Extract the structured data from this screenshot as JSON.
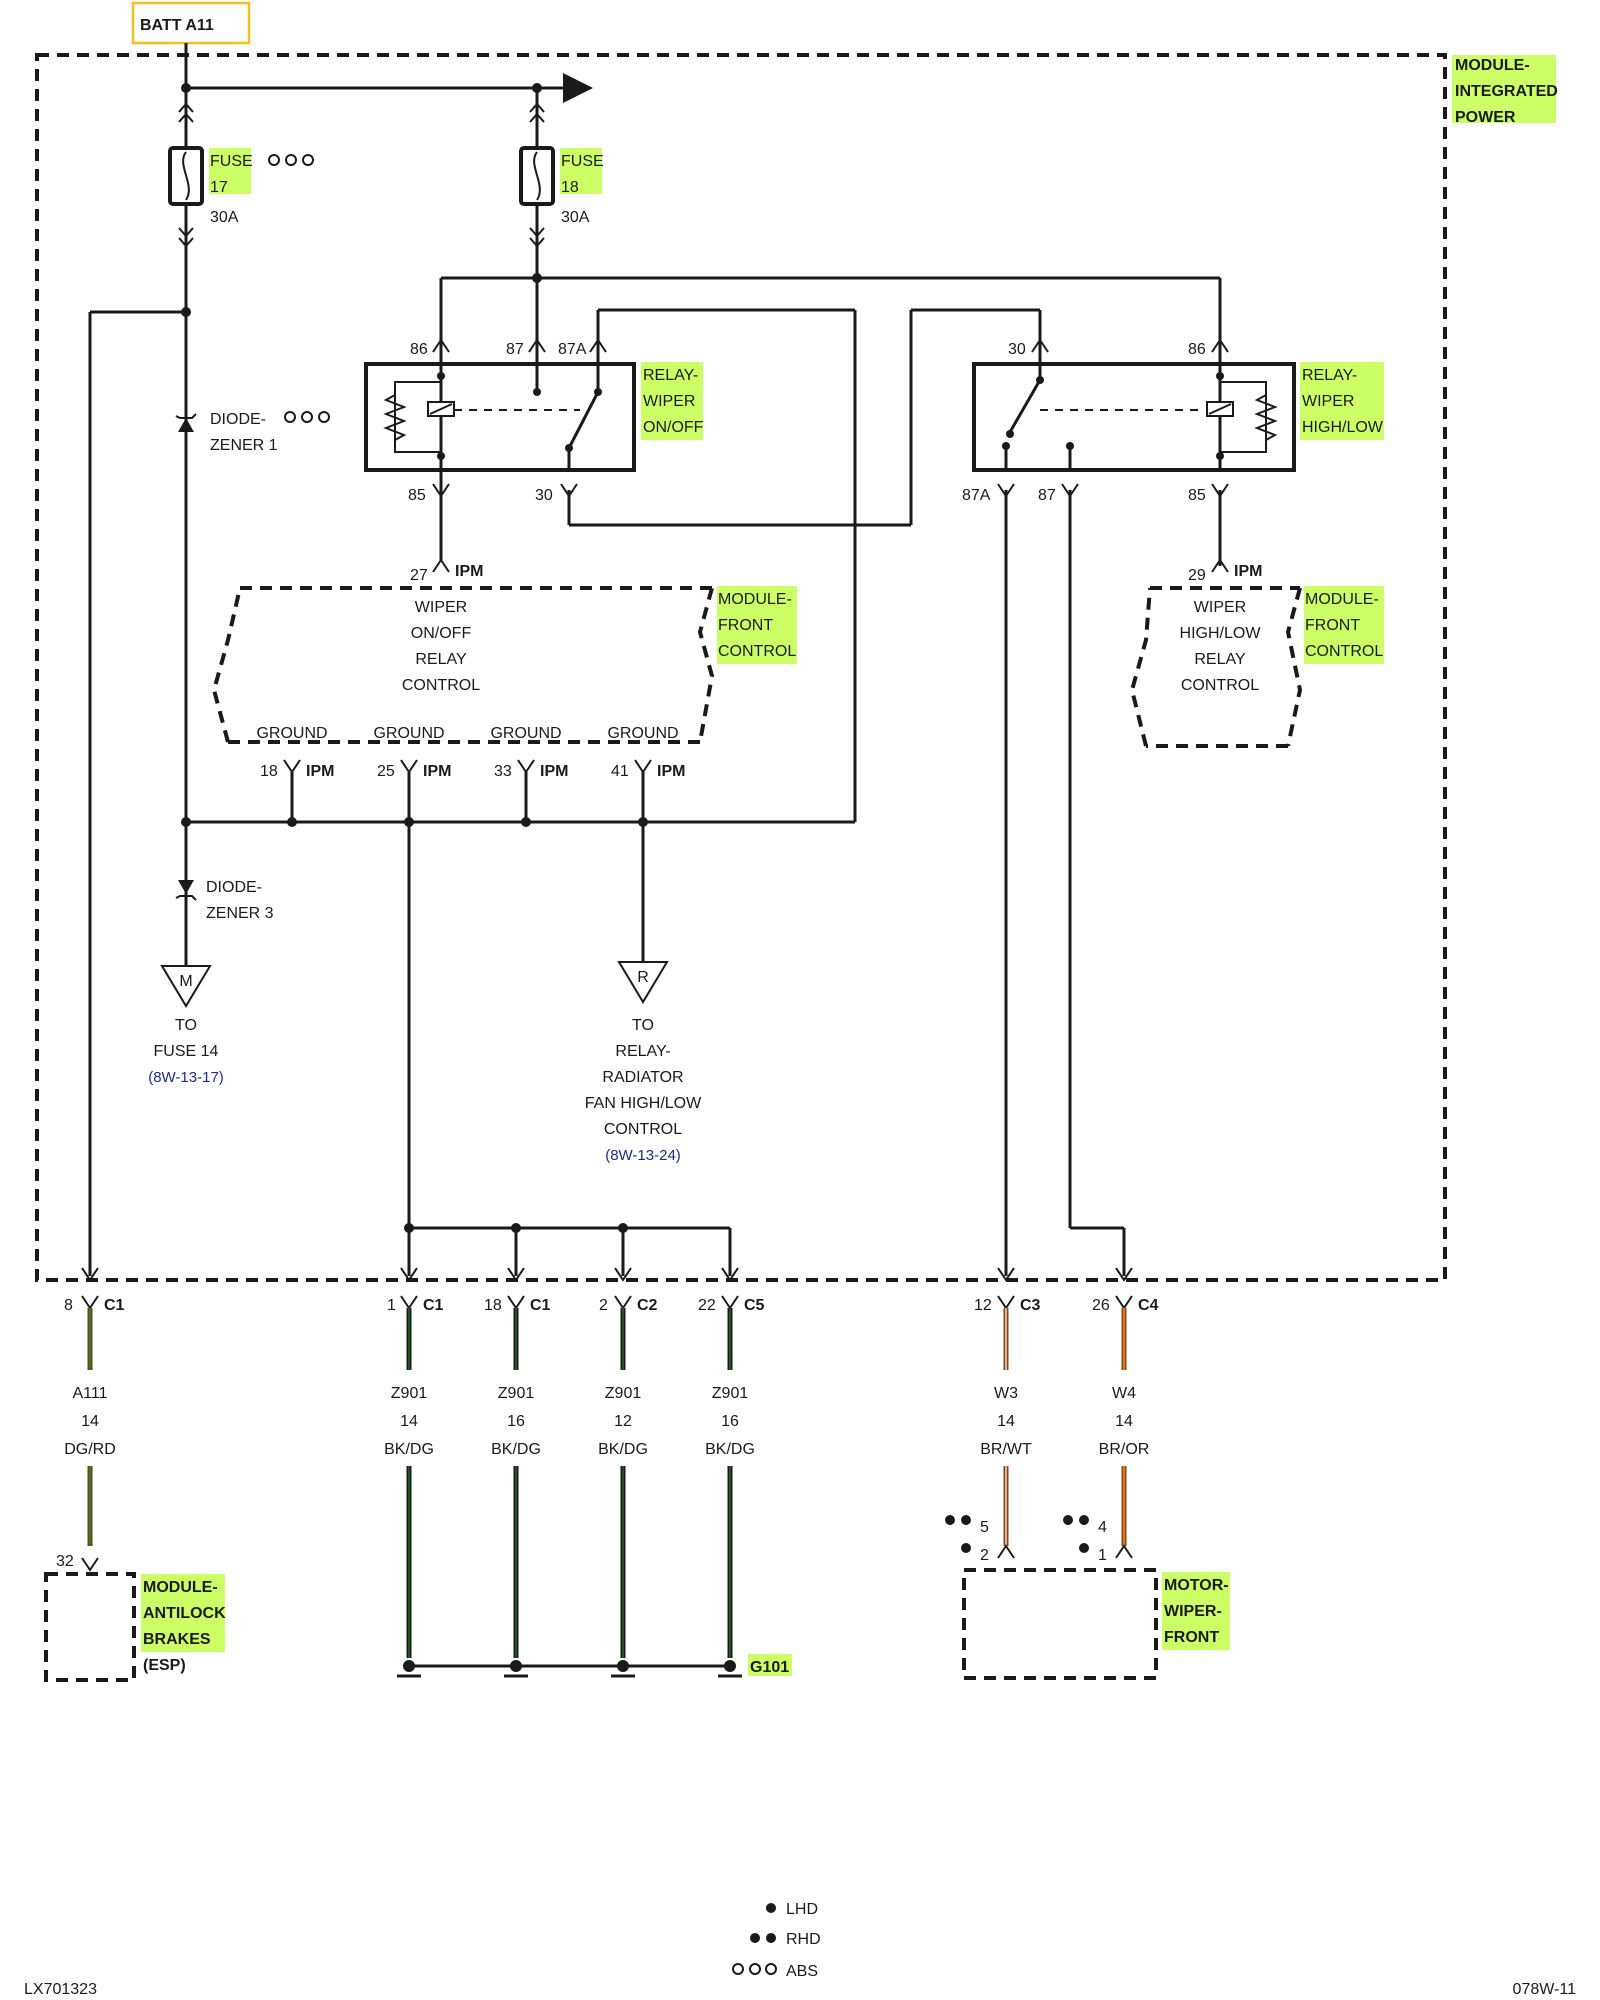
{
  "batt_label": "BATT A11",
  "module_ipm": [
    "MODULE-",
    "INTEGRATED",
    "POWER"
  ],
  "fuse17": {
    "line1": "FUSE",
    "line2": "17",
    "rating": "30A"
  },
  "fuse18": {
    "line1": "FUSE",
    "line2": "18",
    "rating": "30A"
  },
  "diode_zener1": [
    "DIODE-",
    "ZENER 1"
  ],
  "diode_zener3": [
    "DIODE-",
    "ZENER 3"
  ],
  "relay_onoff": {
    "name": [
      "RELAY-",
      "WIPER",
      "ON/OFF"
    ],
    "pins": {
      "p86": "86",
      "p87": "87",
      "p87a": "87A",
      "p85": "85",
      "p30": "30"
    }
  },
  "relay_highlow": {
    "name": [
      "RELAY-",
      "WIPER",
      "HIGH/LOW"
    ],
    "pins": {
      "p30": "30",
      "p86": "86",
      "p87a": "87A",
      "p87": "87",
      "p85": "85"
    }
  },
  "ipm_label": "IPM",
  "fcm_left": {
    "pin_top": "27",
    "text": [
      "WIPER",
      "ON/OFF",
      "RELAY",
      "CONTROL"
    ],
    "grounds": [
      "GROUND",
      "GROUND",
      "GROUND",
      "GROUND"
    ],
    "ground_pins": [
      "18",
      "25",
      "33",
      "41"
    ]
  },
  "fcm_right": {
    "pin_top": "29",
    "text": [
      "WIPER",
      "HIGH/LOW",
      "RELAY",
      "CONTROL"
    ]
  },
  "module_front_control": [
    "MODULE-",
    "FRONT",
    "CONTROL"
  ],
  "conn_m": {
    "letter": "M",
    "text": [
      "TO",
      "FUSE 14"
    ],
    "ref": "(8W-13-17)"
  },
  "conn_r": {
    "letter": "R",
    "text": [
      "TO",
      "RELAY-",
      "RADIATOR",
      "FAN HIGH/LOW",
      "CONTROL"
    ],
    "ref": "(8W-13-24)"
  },
  "connectors": [
    {
      "pin": "8",
      "conn": "C1",
      "circuit": "A111",
      "gauge": "14",
      "color": "DG/RD"
    },
    {
      "pin": "1",
      "conn": "C1",
      "circuit": "Z901",
      "gauge": "14",
      "color": "BK/DG"
    },
    {
      "pin": "18",
      "conn": "C1",
      "circuit": "Z901",
      "gauge": "16",
      "color": "BK/DG"
    },
    {
      "pin": "2",
      "conn": "C2",
      "circuit": "Z901",
      "gauge": "12",
      "color": "BK/DG"
    },
    {
      "pin": "22",
      "conn": "C5",
      "circuit": "Z901",
      "gauge": "16",
      "color": "BK/DG"
    },
    {
      "pin": "12",
      "conn": "C3",
      "circuit": "W3",
      "gauge": "14",
      "color": "BR/WT"
    },
    {
      "pin": "26",
      "conn": "C4",
      "circuit": "W4",
      "gauge": "14",
      "color": "BR/OR"
    }
  ],
  "abs_pin": "32",
  "module_abs": [
    "MODULE-",
    "ANTILOCK",
    "BRAKES",
    "(ESP)"
  ],
  "motor": {
    "name": [
      "MOTOR-",
      "WIPER-",
      "FRONT"
    ],
    "pins": [
      "5",
      "2",
      "4",
      "1"
    ]
  },
  "ground_label": "G101",
  "legend": {
    "lhd": "LHD",
    "rhd": "RHD",
    "abs": "ABS"
  },
  "footer_left": "LX701323",
  "footer_right": "078W-11",
  "colors": {
    "highlight": "#ccff66",
    "ref_blue": "#1a2d8c",
    "wire_green": "#1f6b1f",
    "wire_brown": "#8b4513",
    "wire_red": "#c0392b",
    "wire_orange": "#e67e22",
    "batt_box": "#f0c020"
  }
}
